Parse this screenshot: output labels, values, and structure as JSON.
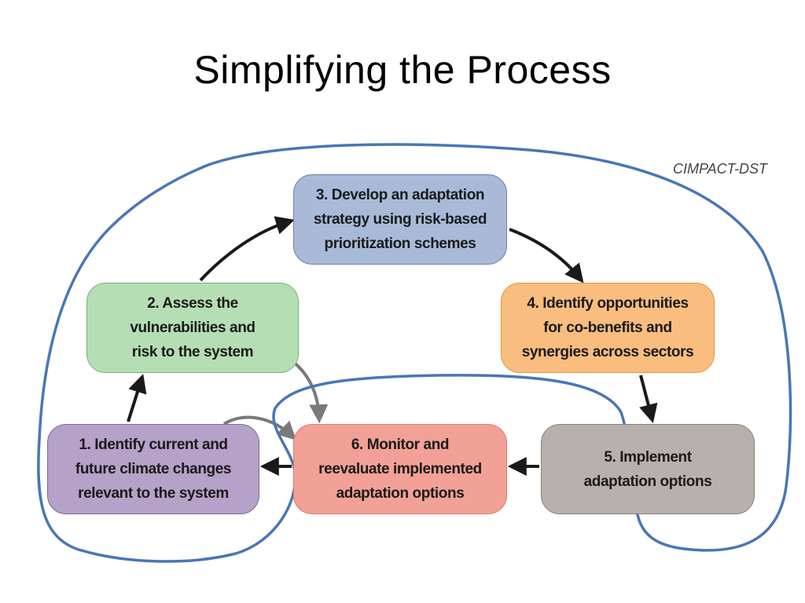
{
  "title": "Simplifying the Process",
  "source_label": "CIMPACT-DST",
  "steps": {
    "step1": "1. Identify current and\nfuture climate changes\nrelevant to the system",
    "step2": "2. Assess the\nvulnerabilities and\nrisk to the system",
    "step3": "3. Develop an adaptation\nstrategy using risk-based\nprioritization schemes",
    "step4": "4. Identify opportunities\nfor co-benefits and\nsynergies across sectors",
    "step5": "5. Implement\nadaptation options",
    "step6": "6. Monitor and\nreevaluate implemented\nadaptation options"
  },
  "colors": {
    "step1_fill": "#b6a1c8",
    "step2_fill": "#b5deb5",
    "step3_fill": "#a9bad8",
    "step4_fill": "#f8bd7f",
    "step5_fill": "#b8b1ab",
    "step6_fill": "#f2a196",
    "primary_arrow": "#1a1a1a",
    "feedback_arrow": "#7a7a7a",
    "outline": "#4a76b5"
  }
}
